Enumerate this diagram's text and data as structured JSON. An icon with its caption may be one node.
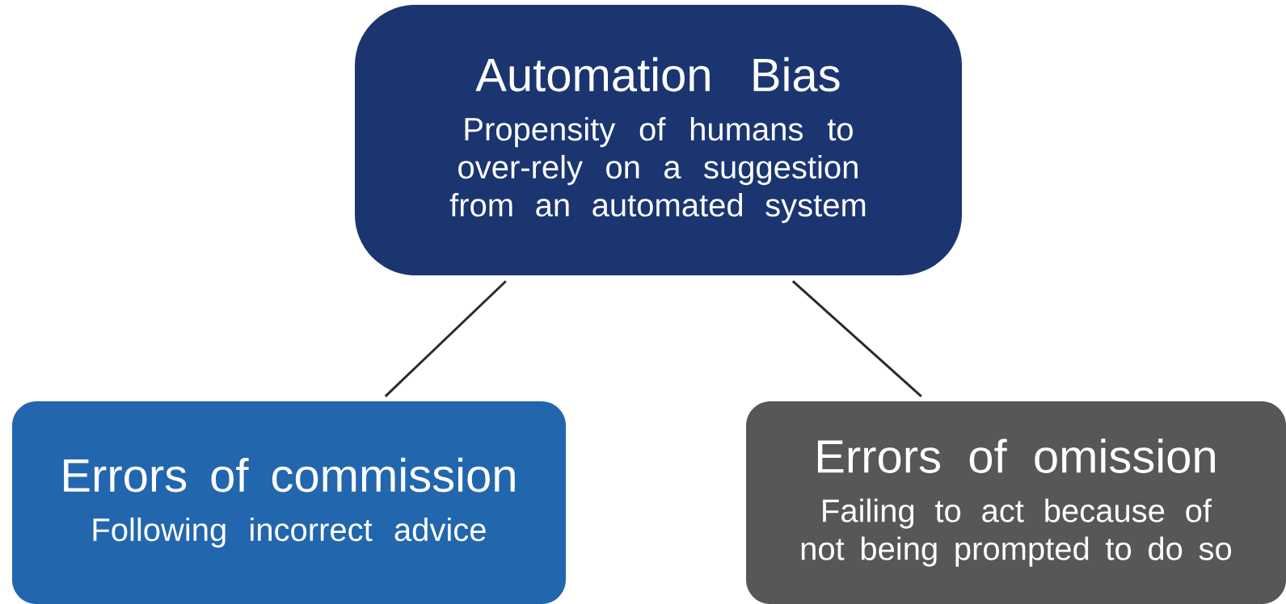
{
  "diagram": {
    "nodes": [
      {
        "text": [
          "Automation Bias",
          "Propensity of humans to over-rely on a suggestion from an automated system"
        ]
      },
      {
        "text": [
          "Errors of commission",
          "Following incorrect advice"
        ]
      },
      {
        "text": [
          "Errors of omission",
          "Failing to act because of not being prompted to do so"
        ]
      }
    ],
    "edges": [
      {
        "from": 0,
        "to": 1,
        "arrow": "none"
      },
      {
        "from": 0,
        "to": 2,
        "arrow": "none"
      }
    ]
  }
}
